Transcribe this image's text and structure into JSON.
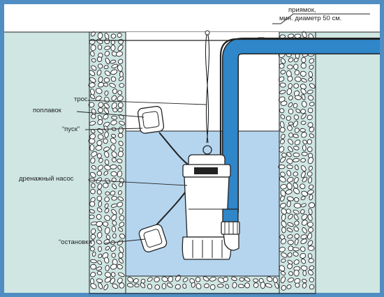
{
  "labels": {
    "pit": "приямок,",
    "pit_diameter": "мин. диаметр 50 см.",
    "cable": "трос",
    "float": "поплавок",
    "start": "“пуск”",
    "pump": "дренажный насос",
    "stop": "“остановка”"
  },
  "colors": {
    "frame": "#4f8dc2",
    "ground": "#cfe6e3",
    "water": "#b5d5ef",
    "pipe": "#2f86c8",
    "gravel_fill": "#ffffff",
    "line": "#222222"
  }
}
